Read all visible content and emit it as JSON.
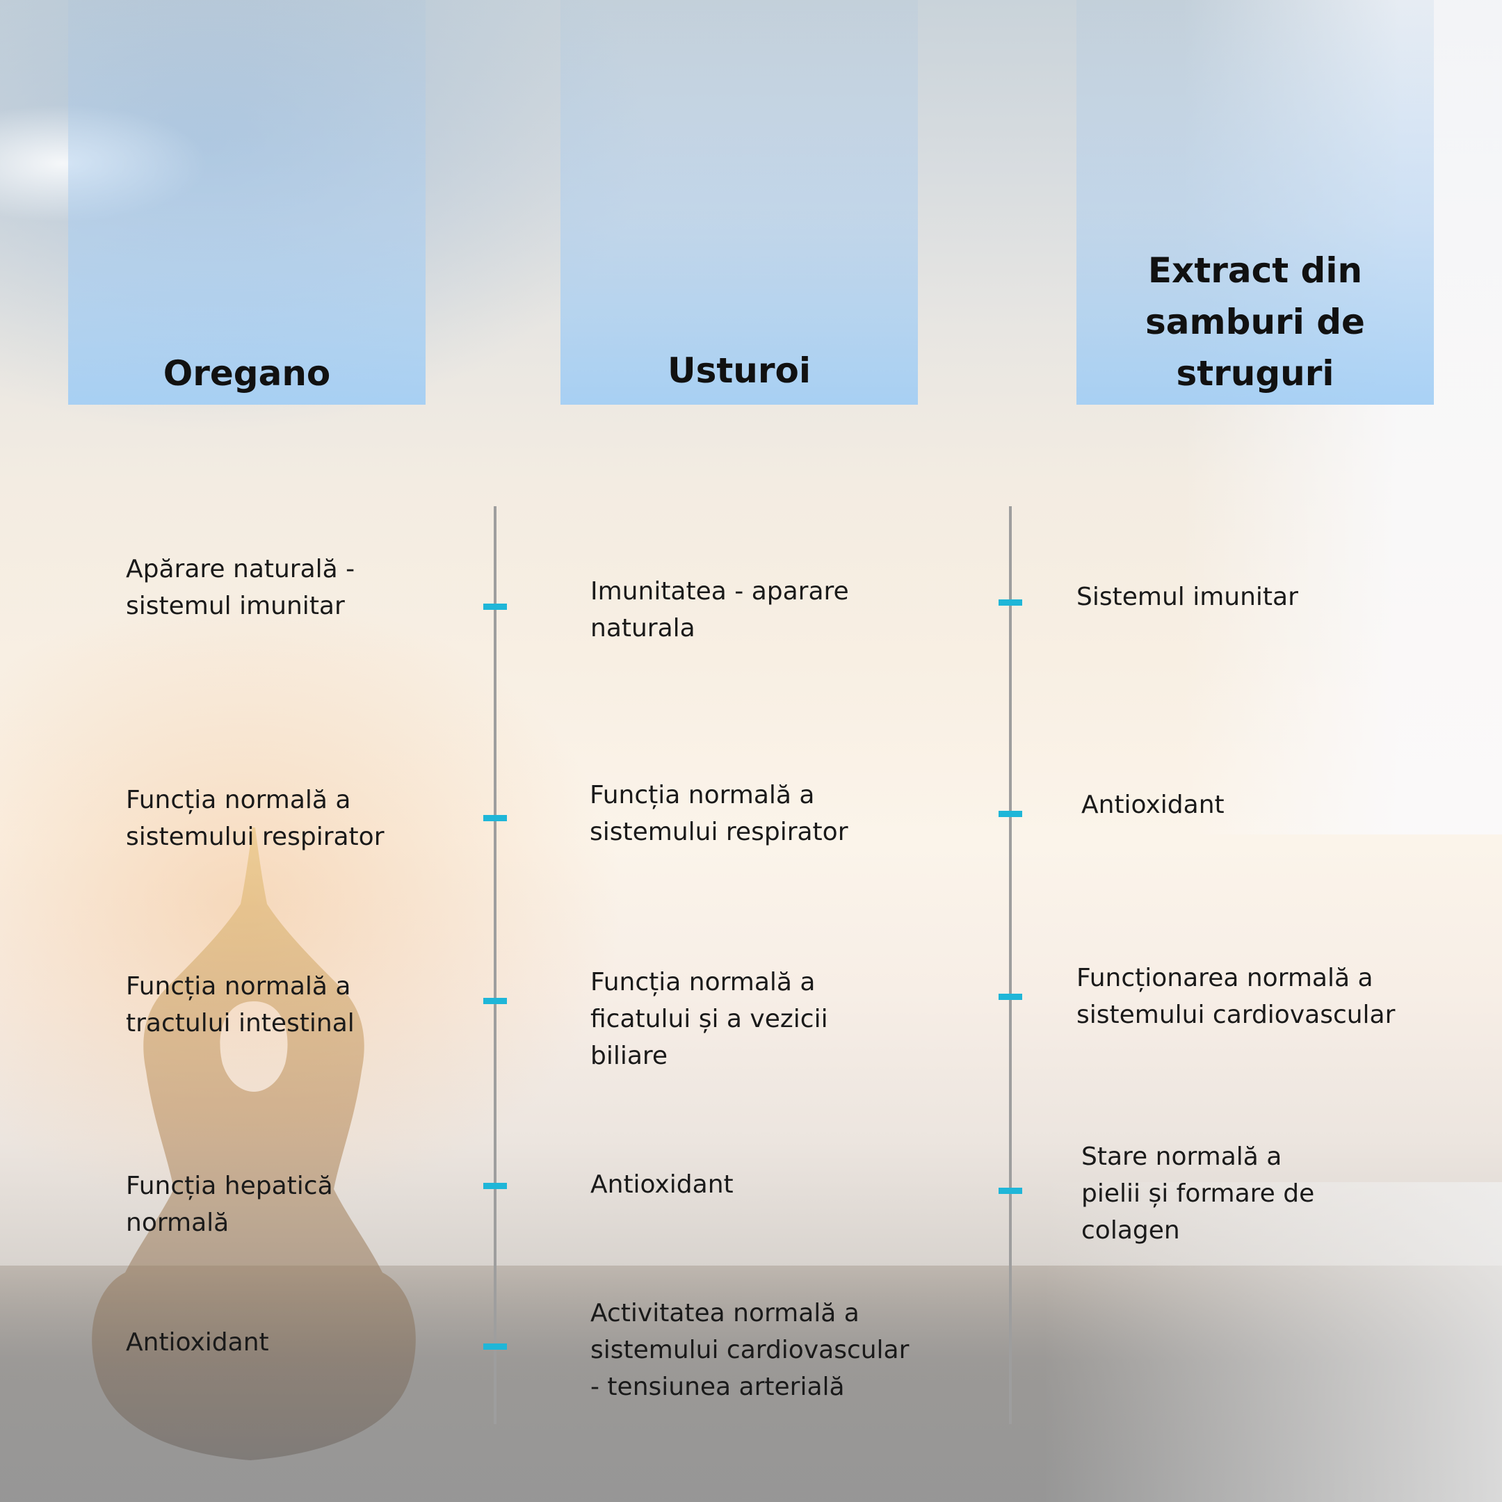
{
  "columns": [
    {
      "title": "Oregano",
      "items": [
        "Apărare naturală -\nsistemul imunitar",
        "Funcția normală a\nsistemului respirator",
        "Funcția normală a\ntractului intestinal",
        "Funcția hepatică\nnormală",
        "Antioxidant"
      ]
    },
    {
      "title": "Usturoi",
      "items": [
        "Imunitatea - aparare\nnaturala",
        "Funcția normală a\nsistemului respirator",
        "Funcția normală a\nficatului și a vezicii\nbiliare",
        "Antioxidant",
        "Activitatea normală a\nsistemului cardiovascular\n- tensiunea arterială"
      ]
    },
    {
      "title": "Extract din\nsamburi de struguri",
      "items": [
        "Sistemul imunitar",
        "Antioxidant",
        "Funcționarea normală a\nsistemului cardiovascular",
        "Stare normală a\npielii și formare de\ncolagen"
      ]
    }
  ],
  "colors": {
    "header_blue": "#a6d0f5",
    "tick_cyan": "#1fb6d8",
    "line_gray": "#9e9e9e"
  }
}
